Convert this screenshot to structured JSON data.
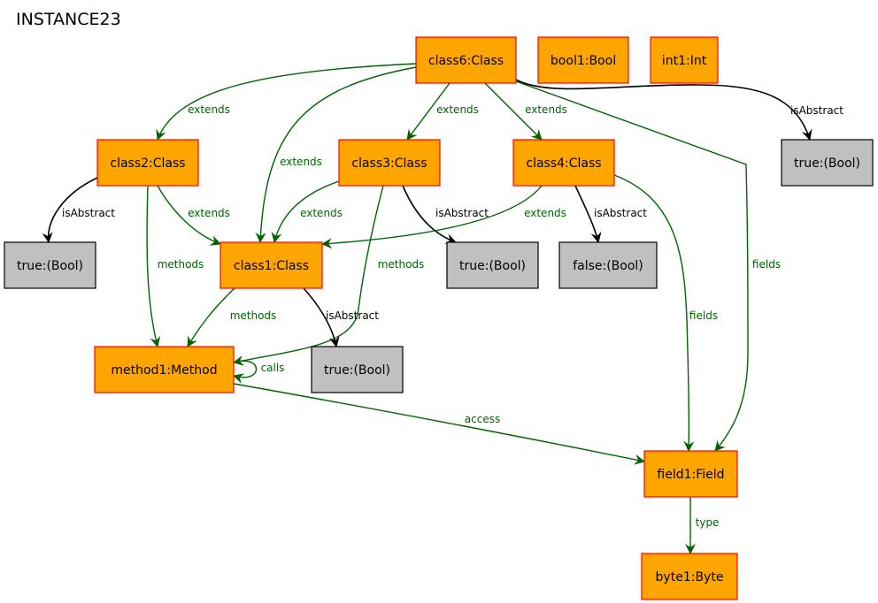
{
  "title": "INSTANCE23",
  "colors": {
    "class_fill": "#ffa500",
    "class_border": "#ff0000",
    "value_fill": "#c0c0c0",
    "value_border": "#000000",
    "green_edge": "#006400",
    "black_edge": "#000000"
  },
  "nodes": [
    {
      "id": "class6",
      "label": "class6:Class",
      "kind": "class"
    },
    {
      "id": "bool1",
      "label": "bool1:Bool",
      "kind": "class"
    },
    {
      "id": "int1",
      "label": "int1:Int",
      "kind": "class"
    },
    {
      "id": "true_a",
      "label": "true:(Bool)",
      "kind": "value"
    },
    {
      "id": "class2",
      "label": "class2:Class",
      "kind": "class"
    },
    {
      "id": "class3",
      "label": "class3:Class",
      "kind": "class"
    },
    {
      "id": "class4",
      "label": "class4:Class",
      "kind": "class"
    },
    {
      "id": "true_b",
      "label": "true:(Bool)",
      "kind": "value"
    },
    {
      "id": "class1",
      "label": "class1:Class",
      "kind": "class"
    },
    {
      "id": "true_c",
      "label": "true:(Bool)",
      "kind": "value"
    },
    {
      "id": "false_a",
      "label": "false:(Bool)",
      "kind": "value"
    },
    {
      "id": "method1",
      "label": "method1:Method",
      "kind": "class"
    },
    {
      "id": "true_d",
      "label": "true:(Bool)",
      "kind": "value"
    },
    {
      "id": "field1",
      "label": "field1:Field",
      "kind": "class"
    },
    {
      "id": "byte1",
      "label": "byte1:Byte",
      "kind": "class"
    }
  ],
  "edges": [
    {
      "id": "e1",
      "label": "extends",
      "color": "green"
    },
    {
      "id": "e2",
      "label": "extends",
      "color": "green"
    },
    {
      "id": "e3",
      "label": "extends",
      "color": "green"
    },
    {
      "id": "e4",
      "label": "extends",
      "color": "green"
    },
    {
      "id": "e5",
      "label": "isAbstract",
      "color": "black"
    },
    {
      "id": "e6",
      "label": "fields",
      "color": "green"
    },
    {
      "id": "e7",
      "label": "isAbstract",
      "color": "black"
    },
    {
      "id": "e8",
      "label": "extends",
      "color": "green"
    },
    {
      "id": "e9",
      "label": "methods",
      "color": "green"
    },
    {
      "id": "e10",
      "label": "extends",
      "color": "green"
    },
    {
      "id": "e11",
      "label": "isAbstract",
      "color": "black"
    },
    {
      "id": "e12",
      "label": "methods",
      "color": "green"
    },
    {
      "id": "e13",
      "label": "extends",
      "color": "green"
    },
    {
      "id": "e14",
      "label": "isAbstract",
      "color": "black"
    },
    {
      "id": "e15",
      "label": "fields",
      "color": "green"
    },
    {
      "id": "e16",
      "label": "methods",
      "color": "green"
    },
    {
      "id": "e17",
      "label": "isAbstract",
      "color": "black"
    },
    {
      "id": "e18",
      "label": "calls",
      "color": "green"
    },
    {
      "id": "e19",
      "label": "access",
      "color": "green"
    },
    {
      "id": "e20",
      "label": "type",
      "color": "green"
    }
  ]
}
